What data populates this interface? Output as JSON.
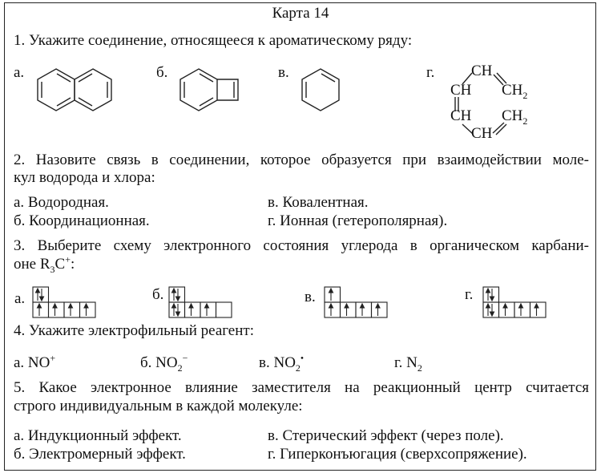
{
  "title": "Карта 14",
  "q1": {
    "text": "1. Укажите соединение, относящееся к ароматическому ряду:",
    "labels": [
      "а.",
      "б.",
      "в.",
      "г."
    ],
    "chain": {
      "ch_top": "CH",
      "ch_left1": "CH",
      "ch2_a": "CH",
      "ch2_sub": "2",
      "ch_left2": "CH",
      "ch2_b": "CH",
      "ch_bottom": "CH"
    }
  },
  "q2": {
    "line1": "2. Назовите связь в соединении, которое образуется при взаимодействии моле-",
    "line2": "кул водорода и хлора:",
    "options": [
      "а. Водородная.",
      "б. Координационная.",
      "в. Ковалентная.",
      "г. Ионная (гетерополярная)."
    ]
  },
  "q3": {
    "line1": "3. Выберите схему электронного состояния углерода в органическом карбани-",
    "line2_pre": "оне R",
    "line2_sub": "3",
    "line2_c": "C",
    "line2_sup": "+",
    "line2_post": ":",
    "labels": [
      "а.",
      "б.",
      "в.",
      "г."
    ]
  },
  "q4": {
    "text": "4. Укажите электрофильный реагент:",
    "options": [
      {
        "pre": "а. NO",
        "sub": "",
        "sup": "+"
      },
      {
        "pre": "б. NO",
        "sub": "2",
        "sup": "−"
      },
      {
        "pre": "в. NO",
        "sub": "2",
        "sup": "•"
      },
      {
        "pre": "г. N",
        "sub": "2",
        "sup": ""
      }
    ]
  },
  "q5": {
    "line1": "5. Какое электронное влияние заместителя на реакционный центр считается",
    "line2": "строго индивидуальным в каждой молекуле:",
    "options": [
      "а. Индукционный эффект.",
      "б. Электромерный эффект.",
      "в. Стерический эффект (через поле).",
      "г. Гиперконъюгация (сверхсопряжение)."
    ]
  }
}
